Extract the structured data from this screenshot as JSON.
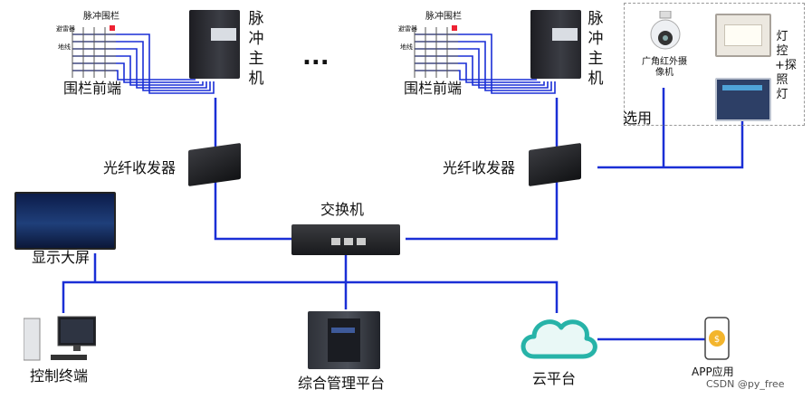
{
  "fence_front_label": "围栏前端",
  "fence_tag": "脉冲围栏",
  "fence_small_labels": [
    "避雷器",
    "地线"
  ],
  "pulse_host_label": "脉冲主机",
  "ellipsis": "...",
  "fiber_label": "光纤收发器",
  "switch_label": "交换机",
  "display_label": "显示大屏",
  "control_label": "控制终端",
  "mgmt_label": "综合管理平台",
  "cloud_label": "云平台",
  "app_label": "APP应用",
  "camera_label": "广角红外摄像机",
  "lamp_label": "灯控+探照灯",
  "optional_label": "选用",
  "watermark": "CSDN @py_free",
  "colors": {
    "line": "#1a2fd6",
    "cloud": "#27b3a8"
  }
}
